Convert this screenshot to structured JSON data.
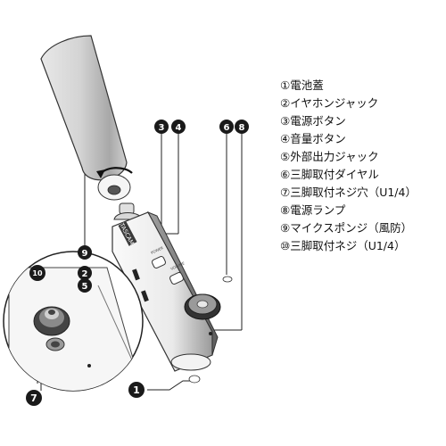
{
  "legend": {
    "items": [
      "①電池蓋",
      "②イヤホンジャック",
      "③電源ボタン",
      "④音量ボタン",
      "⑤外部出力ジャック",
      "⑥三脚取付ダイヤル",
      "⑦三脚取付ネジ穴（U1/4）",
      "⑧電源ランプ",
      "⑨マイクスポンジ（風防）",
      "⑩三脚取付ネジ（U1/4）"
    ]
  },
  "device": {
    "brand_text": "TASCAM",
    "button_label_power": "POWER",
    "button_label_volume": "VOLUME"
  },
  "callouts": {
    "c1": "1",
    "c2": "2",
    "c3": "3",
    "c4": "4",
    "c5": "5",
    "c6": "6",
    "c7": "7",
    "c8": "8",
    "c9": "9",
    "c10": "10"
  },
  "colors": {
    "callout_fill": "#1a1a1a",
    "outline": "#333333",
    "body_light": "#f2f2f2",
    "body_shade": "#8a8a8a"
  }
}
